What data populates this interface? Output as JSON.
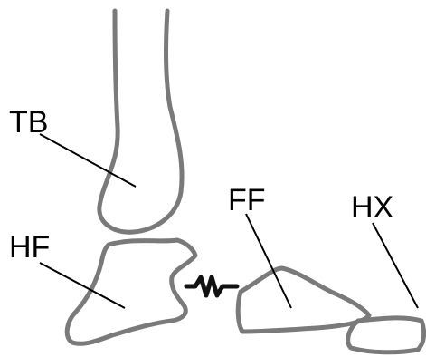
{
  "diagram": {
    "labels": {
      "tb": "TB",
      "hf": "HF",
      "ff": "FF",
      "hx": "HX"
    },
    "colors": {
      "bone_outline": "#7a7a7a",
      "spring": "#111111",
      "text": "#000000",
      "background": "#ffffff"
    }
  }
}
